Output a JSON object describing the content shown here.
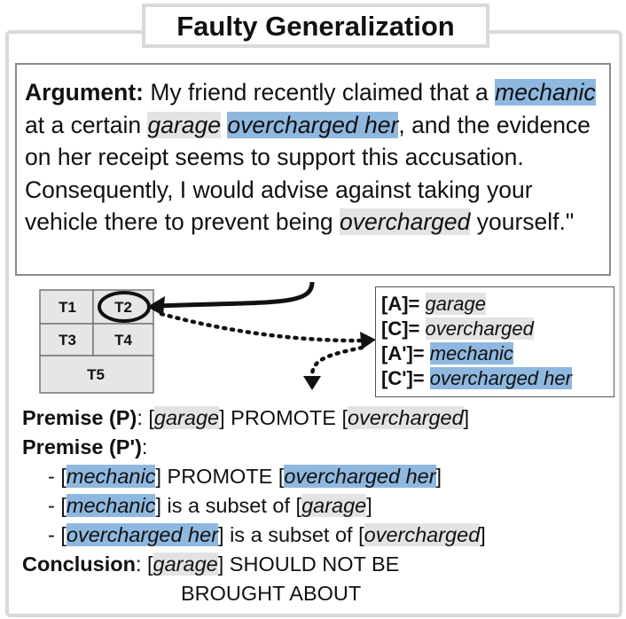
{
  "title": "Faulty Generalization",
  "argument": {
    "label": "Argument:",
    "segments": [
      {
        "t": " My friend recently claimed that a "
      },
      {
        "t": "mechanic",
        "hl": "blue"
      },
      {
        "t": " at a certain "
      },
      {
        "t": "garage",
        "hl": "gray"
      },
      {
        "t": " "
      },
      {
        "t": "overcharged her",
        "hl": "blue"
      },
      {
        "t": ", and the evidence on her receipt seems to support this accusation. Consequently, I would advise against taking your vehicle there to prevent being "
      },
      {
        "t": "overcharged",
        "hl": "gray"
      },
      {
        "t": " yourself.\""
      }
    ]
  },
  "grid": {
    "cells": [
      "T1",
      "T2",
      "T3",
      "T4",
      "T5"
    ],
    "circled": "T2"
  },
  "legend": [
    {
      "key": "[A]= ",
      "value": "garage",
      "hl": "gray"
    },
    {
      "key": "[C]= ",
      "value": "overcharged",
      "hl": "gray"
    },
    {
      "key": "[A']= ",
      "value": "mechanic",
      "hl": "blue"
    },
    {
      "key": "[C']= ",
      "value": "overcharged her",
      "hl": "blue"
    }
  ],
  "premise_p": {
    "label": "Premise (P)",
    "segments": [
      {
        "t": ": ["
      },
      {
        "t": "garage",
        "hl": "gray"
      },
      {
        "t": "] PROMOTE ["
      },
      {
        "t": "overcharged",
        "hl": "gray"
      },
      {
        "t": "]"
      }
    ]
  },
  "premise_pp": {
    "label": "Premise (P')",
    "suffix": ":",
    "items": [
      [
        {
          "t": "- ["
        },
        {
          "t": "mechanic",
          "hl": "blue"
        },
        {
          "t": "] PROMOTE ["
        },
        {
          "t": "overcharged her",
          "hl": "blue"
        },
        {
          "t": "]"
        }
      ],
      [
        {
          "t": "- ["
        },
        {
          "t": "mechanic",
          "hl": "blue"
        },
        {
          "t": "] is a subset of ["
        },
        {
          "t": "garage",
          "hl": "gray"
        },
        {
          "t": "]"
        }
      ],
      [
        {
          "t": "- ["
        },
        {
          "t": "overcharged her",
          "hl": "blue"
        },
        {
          "t": "] is a subset of ["
        },
        {
          "t": "overcharged",
          "hl": "gray"
        },
        {
          "t": "]"
        }
      ]
    ]
  },
  "conclusion": {
    "label": "Conclusion",
    "line1": [
      {
        "t": ": ["
      },
      {
        "t": "garage",
        "hl": "gray"
      },
      {
        "t": "] SHOULD NOT BE"
      }
    ],
    "line2": "BROUGHT ABOUT"
  }
}
